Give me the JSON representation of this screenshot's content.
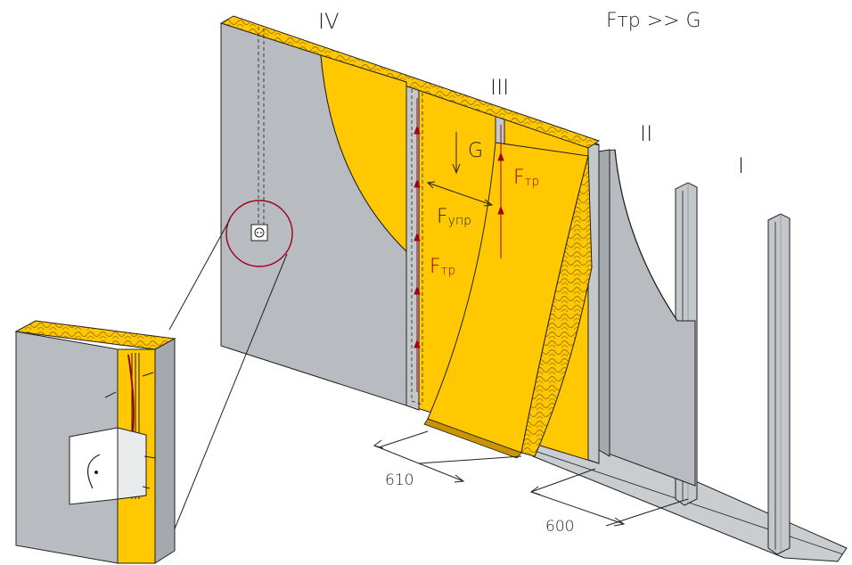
{
  "header": {
    "formula": "Fтр >> G"
  },
  "stages": {
    "i": "I",
    "ii": "II",
    "iii": "III",
    "iv": "IV"
  },
  "forces": {
    "gravity": "G",
    "friction_main": "F",
    "friction_sub": "тр",
    "friction2_main": "F",
    "friction2_sub": "тр",
    "elastic_main": "F",
    "elastic_sub": "упр"
  },
  "dimensions": {
    "insulation_width": "610",
    "profile_spacing": "600"
  },
  "colors": {
    "board": "#b8bcc0",
    "board_dark": "#8f9599",
    "insulation": "#ffc800",
    "insulation_dark": "#e0a500",
    "force_red": "#a0001e",
    "outline": "#231f20"
  },
  "icons": {
    "socket": "wall-socket-icon",
    "detail": "magnifier-circle"
  }
}
